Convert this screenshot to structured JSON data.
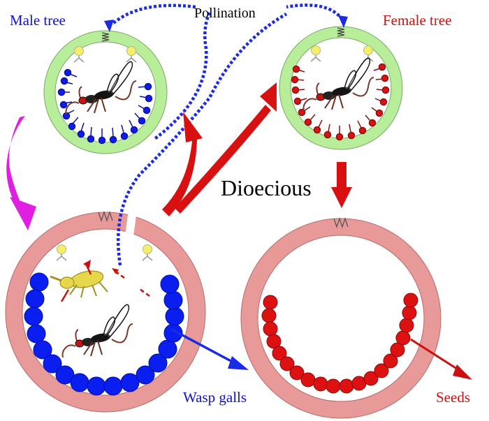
{
  "labels": {
    "male_tree": "Male tree",
    "female_tree": "Female tree",
    "pollination": "Pollination",
    "dioecious": "Dioecious",
    "wasp_galls": "Wasp galls",
    "seeds": "Seeds"
  },
  "colors": {
    "male_label": "#1010d0",
    "female_label": "#cc1010",
    "small_fig_wall": "#b8ee9a",
    "large_fig_wall": "#e89a98",
    "gall_blue": "#0a1ef0",
    "seed_red": "#dd1111",
    "pollination_dots": "#1a2be8",
    "arrow_red": "#d81010",
    "arrow_magenta": "#e020e0",
    "arrow_blue": "#1a2be8",
    "ostiole_yellow": "#f2ee6a",
    "weevil_yellow": "#e6d84a"
  },
  "icons": {
    "wasp": "fig-wasp-icon",
    "weevil": "weevil-icon"
  }
}
